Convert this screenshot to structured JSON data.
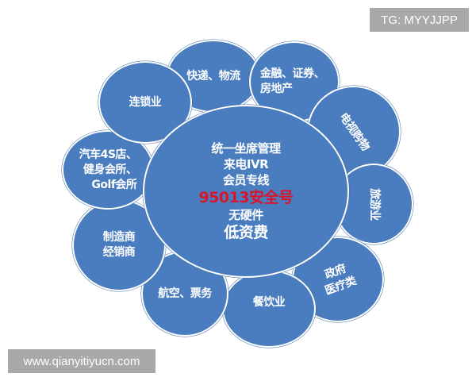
{
  "theme": {
    "petal_fill": "#4a7dbf",
    "outline": "#ffffff",
    "highlight_red": "#d8152a",
    "badge_bg": "#a9a9a9"
  },
  "hub": {
    "lines": [
      "统一坐席管理",
      "来电IVR",
      "会员专线",
      "95013安全号",
      "无硬件",
      "低资费"
    ]
  },
  "petals": [
    {
      "label": "快递、物流",
      "rotate": 0
    },
    {
      "label": "金融、证券、\n房地产",
      "rotate": 0
    },
    {
      "label": "电视购物",
      "rotate": 55
    },
    {
      "label": "旅游业",
      "rotate": 90
    },
    {
      "label": "政府\n医疗类",
      "rotate": -20
    },
    {
      "label": "餐饮业",
      "rotate": 0
    },
    {
      "label": "航空、票务",
      "rotate": 0
    },
    {
      "label": "制造商\n经销商",
      "rotate": 0
    },
    {
      "label": "汽车4S店、\n健身会所、\nGolf会所",
      "rotate": 0
    },
    {
      "label": "连锁业",
      "rotate": 0
    }
  ],
  "watermarks": {
    "top_right": "TG: MYYJJPP",
    "bottom_left": "www.qianyitiyucn.com"
  }
}
